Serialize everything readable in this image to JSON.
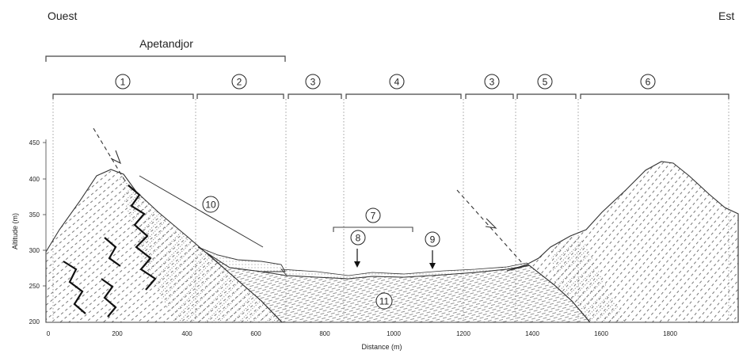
{
  "header": {
    "west": "Ouest",
    "east": "Est",
    "range": "Apetandjor"
  },
  "zones": [
    {
      "label": "1"
    },
    {
      "label": "2"
    },
    {
      "label": "3"
    },
    {
      "label": "4"
    },
    {
      "label": "3"
    },
    {
      "label": "5"
    },
    {
      "label": "6"
    }
  ],
  "callouts": {
    "c7": "7",
    "c8": "8",
    "c9": "9",
    "c10": "10",
    "c11": "11"
  },
  "axes": {
    "ylabel": "Altitude (m)",
    "xlabel": "Distance (m)",
    "yticks": [
      "450",
      "400",
      "350",
      "300",
      "250",
      "200"
    ],
    "xticks": [
      "0",
      "200",
      "400",
      "600",
      "800",
      "1000",
      "1200",
      "1400",
      "1600",
      "1800"
    ]
  },
  "colors": {
    "ink": "#222222",
    "outline": "#333333",
    "hatch": "#555555",
    "bracket": "#444444",
    "grid": "#888888"
  }
}
